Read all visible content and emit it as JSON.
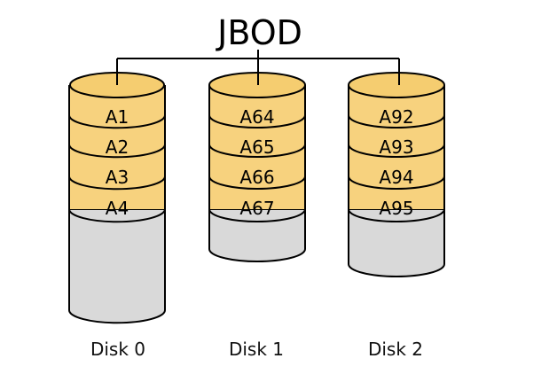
{
  "title": "JBOD",
  "colors": {
    "block_fill": "#f7d27e",
    "block_top_fill": "#f5cd70",
    "empty_fill": "#d9d9d9",
    "outline": "#000000"
  },
  "disks": [
    {
      "label": "Disk 0",
      "blocks": [
        "A1",
        "A2",
        "A3",
        "A4"
      ]
    },
    {
      "label": "Disk 1",
      "blocks": [
        "A64",
        "A65",
        "A66",
        "A67"
      ]
    },
    {
      "label": "Disk 2",
      "blocks": [
        "A92",
        "A93",
        "A94",
        "A95"
      ]
    }
  ]
}
